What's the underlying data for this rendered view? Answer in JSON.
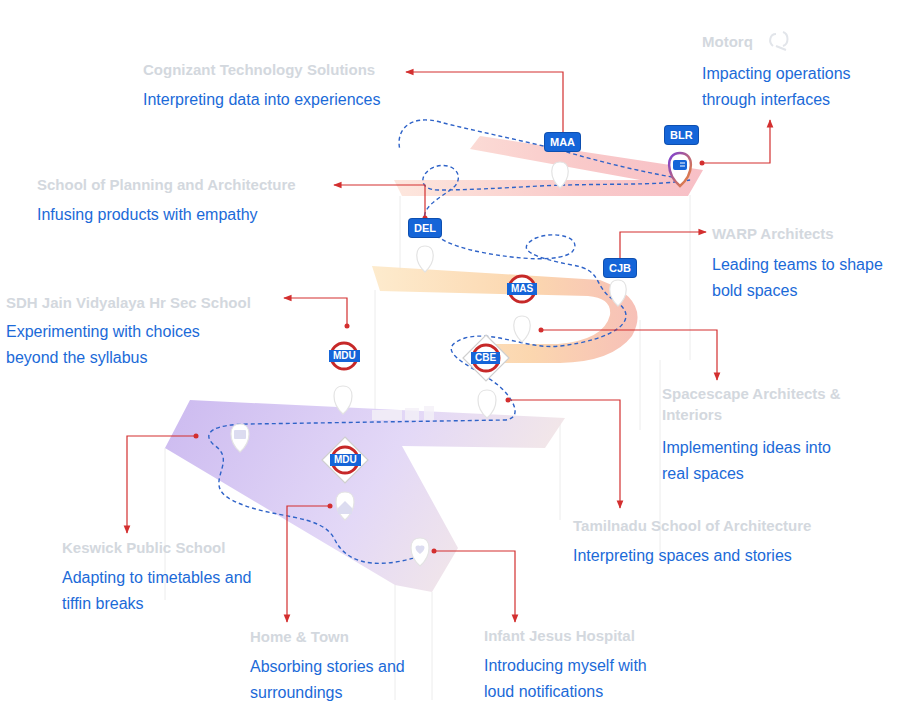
{
  "diagram": {
    "nodes": [
      {
        "text": [
          "MAA"
        ]
      },
      {
        "text": [
          "BLR"
        ]
      },
      {
        "text": [
          "DEL"
        ]
      },
      {
        "text": [
          "CJB"
        ]
      },
      {
        "text": [
          "MAS"
        ]
      },
      {
        "text": [
          "MDU"
        ]
      },
      {
        "text": [
          "CBE"
        ]
      },
      {
        "text": [
          "MDU"
        ]
      }
    ],
    "labels": [
      "Motorq",
      "Cognizant Technology Solutions",
      "Impacting operations through interfaces",
      "Interpreting data into experiences",
      "School of Planning and Architecture",
      "Infusing products with empathy",
      "WARP Architects",
      "Leading teams to shape bold spaces",
      "SDH Jain Vidyalaya Hr Sec School",
      "Experimenting with choices beyond the syllabus",
      "Spacescape Architects & Interiors",
      "Implementing ideas into real spaces",
      "Tamilnadu School of Architecture",
      "Interpreting spaces and stories",
      "Keswick Public School",
      "Adapting to timetables and tiffin breaks",
      "Home & Town",
      "Infant Jesus Hospital",
      "Absorbing stories and surroundings",
      "Introducing myself with loud notifications"
    ]
  }
}
